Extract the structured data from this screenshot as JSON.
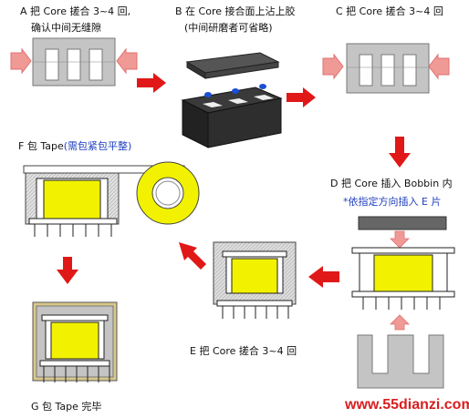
{
  "steps": {
    "a": {
      "line1": "A 把 Core 搓合 3~4 回,",
      "line2": "确认中间无缝隙"
    },
    "b": {
      "line1": "B 在 Core 接合面上沾上胶",
      "line2": "(中间研磨者可省略)"
    },
    "c": {
      "line1": "C 把 Core 搓合 3~4 回"
    },
    "d": {
      "line1": "D 把 Core 插入 Bobbin 内",
      "line2": "*依指定方向插入 E 片"
    },
    "e": {
      "line1": "E 把 Core 搓合 3~4 回"
    },
    "f": {
      "prefix": "F 包 Tape",
      "note": "(需包紧包平整)"
    },
    "g": {
      "line1": "G 包 Tape 完毕"
    }
  },
  "watermark": "www.55dianzi.com",
  "colors": {
    "core": "#c0c0c0",
    "winding": "#f2f200",
    "arrow_red": "#e01818",
    "arrow_pink": "#f09a96",
    "core_dark": "#2a2a2a",
    "glue": "#1a4fd6",
    "text_blue": "#1f3fbf"
  }
}
